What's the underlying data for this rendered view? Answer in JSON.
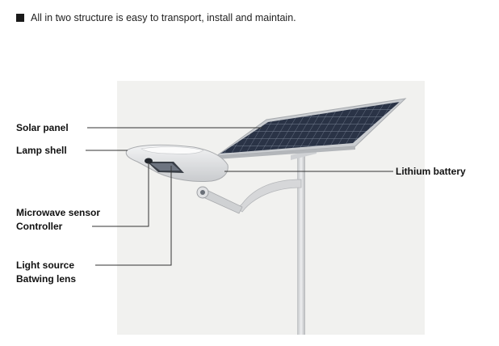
{
  "bullet": {
    "text": "All in two structure is easy to transport, install and maintain."
  },
  "labels": {
    "solar_panel": "Solar panel",
    "lamp_shell": "Lamp shell",
    "lithium_battery": "Lithium battery",
    "microwave_sensor": "Microwave sensor",
    "controller": "Controller",
    "light_source": "Light source",
    "batwing_lens": "Batwing lens"
  },
  "colors": {
    "panel_cell": "#2a3346",
    "panel_frame": "#c9ccd0",
    "pole": "#d9dadc",
    "lamp_body": "#e4e5e7",
    "leader_line": "#333333"
  }
}
